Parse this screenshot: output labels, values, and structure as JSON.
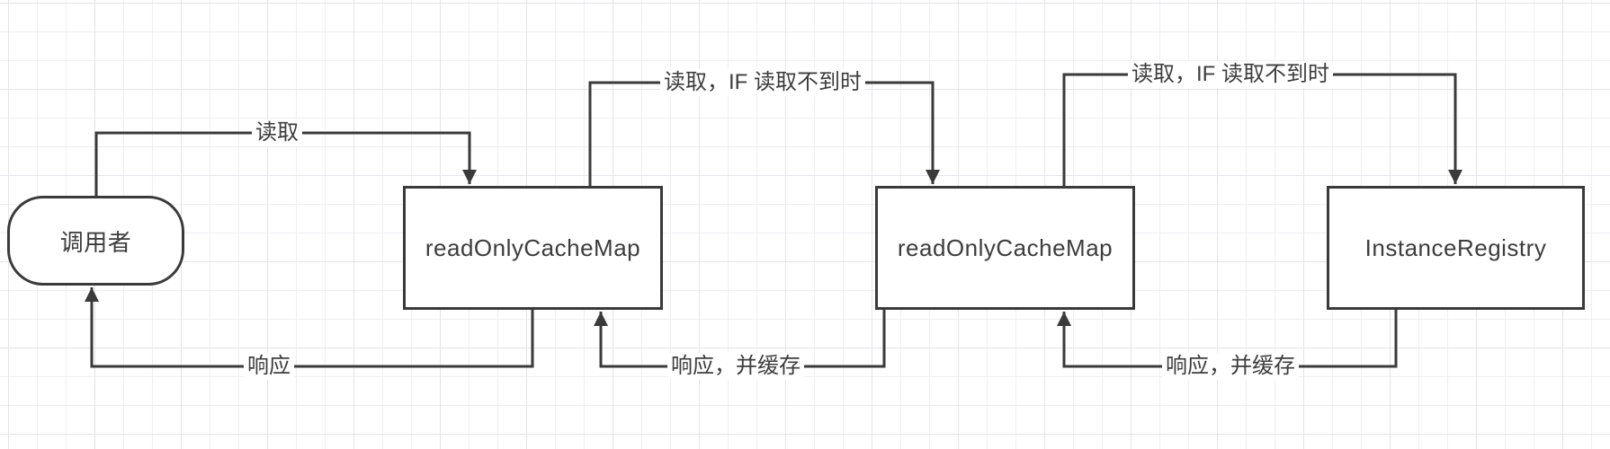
{
  "diagram": {
    "colors": {
      "stroke": "#3a3a3a",
      "text": "#3d3d3d",
      "node-fill": "#ffffff",
      "bg": "#ffffff",
      "grid-minor": "#efeff3",
      "grid-major": "#e4e4ea"
    },
    "nodes": [
      {
        "id": "caller",
        "shape": "stadium",
        "label": "调用者"
      },
      {
        "id": "cache1",
        "shape": "rectangle",
        "label": "readOnlyCacheMap"
      },
      {
        "id": "cache2",
        "shape": "rectangle",
        "label": "readOnlyCacheMap"
      },
      {
        "id": "registry",
        "shape": "rectangle",
        "label": "InstanceRegistry"
      }
    ],
    "edges": [
      {
        "from": "caller",
        "to": "cache1",
        "label": "读取"
      },
      {
        "from": "cache1",
        "to": "cache2",
        "label": "读取，IF 读取不到时"
      },
      {
        "from": "cache2",
        "to": "registry",
        "label": "读取，IF 读取不到时"
      },
      {
        "from": "cache1",
        "to": "caller",
        "label": "响应"
      },
      {
        "from": "cache2",
        "to": "cache1",
        "label": "响应，并缓存"
      },
      {
        "from": "registry",
        "to": "cache2",
        "label": "响应，并缓存"
      }
    ]
  }
}
